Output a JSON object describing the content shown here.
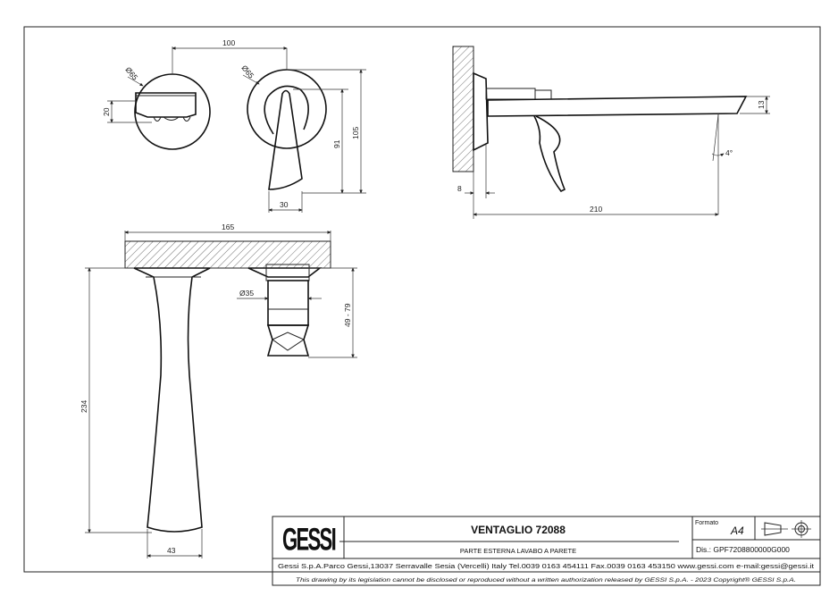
{
  "drawing": {
    "dimensions": {
      "centers_distance": "100",
      "plate_diameter_left": "Ø65",
      "plate_diameter_right": "Ø65",
      "spout_depth": "20",
      "lever_height": "91",
      "plate_height": "105",
      "lever_width": "30",
      "wall_offset": "8",
      "spout_projection": "210",
      "spout_thickness": "13",
      "spout_angle": "4°",
      "plate_width": "165",
      "cartridge_diameter": "Ø35",
      "wall_depth_range": "49 - 79",
      "spout_length": "234",
      "spout_tip_width": "43"
    }
  },
  "title_block": {
    "logo_text": "GESSI",
    "product_title": "VENTAGLIO 72088",
    "product_subtitle": "PARTE ESTERNA LAVABO A PARETE",
    "format_label": "Formato",
    "format_value": "A4",
    "drawing_number": "Dis.: GPF7208800000G000",
    "company_info": "Gessi S.p.A.Parco Gessi,13037 Serravalle Sesia (Vercelli) Italy Tel.0039 0163 454111 Fax.0039 0163 453150 www.gessi.com e-mail:gessi@gessi.it",
    "copyright": "This drawing by its legislation cannot be disclosed or reproduced without a written authorization released by GESSI S.p.A. - 2023 Copyright® GESSI S.p.A."
  }
}
